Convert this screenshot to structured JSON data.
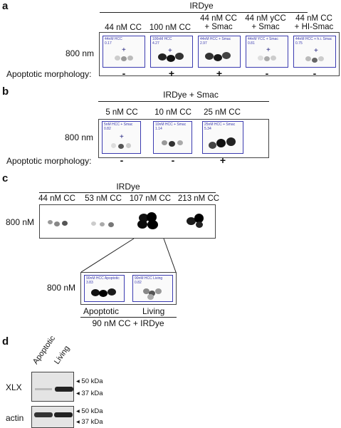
{
  "panel_a": {
    "letter": "a",
    "group_title": "IRDye",
    "columns": [
      {
        "header": "44 nM CC",
        "well_label": "44nM HCC",
        "well_value": "0.17",
        "morphology": "-"
      },
      {
        "header": "100 nM CC",
        "well_label": "100nM HCC",
        "well_value": "4.27",
        "morphology": "+"
      },
      {
        "header": "44 nM CC\n+ Smac",
        "well_label": "44nM HCC + Smac",
        "well_value": "2.97",
        "morphology": "+"
      },
      {
        "header": "44 nM yCC\n+ Smac",
        "well_label": "44nM YCC + Smac",
        "well_value": "0.81",
        "morphology": "-"
      },
      {
        "header": "44 nM CC\n+ HI-Smac",
        "well_label": "44nM HCC + h.i. Smac",
        "well_value": "0.75",
        "morphology": "-"
      }
    ],
    "row_label": "800 nm",
    "morphology_label": "Apoptotic morphology:"
  },
  "panel_b": {
    "letter": "b",
    "group_title": "IRDye + Smac",
    "columns": [
      {
        "header": "5 nM CC",
        "well_label": "5nM HCC + Smac",
        "well_value": "0.82",
        "morphology": "-"
      },
      {
        "header": "10 nM CC",
        "well_label": "10nM HCC + Smac",
        "well_value": "1.14",
        "morphology": "-"
      },
      {
        "header": "25 nM CC",
        "well_label": "25nM HCC + Smac",
        "well_value": "5.34",
        "morphology": "+"
      }
    ],
    "row_label": "800 nm",
    "morphology_label": "Apoptotic morphology:"
  },
  "panel_c": {
    "letter": "c",
    "group_title": "IRDye",
    "columns": [
      "44 nM CC",
      "53 nM CC",
      "107 nM CC",
      "213 nM CC"
    ],
    "row_label": "800 nM",
    "inset": {
      "row_label": "800 nM",
      "wells": [
        {
          "well_label": "90nM HCC Apoptotic",
          "well_value": "3.83",
          "lane": "Apoptotic"
        },
        {
          "well_label": "90nM HCC Living",
          "well_value": "0.82",
          "lane": "Living"
        }
      ],
      "caption": "90 nM CC + IRDye"
    }
  },
  "panel_d": {
    "letter": "d",
    "lanes": [
      "Apoptotic",
      "Living"
    ],
    "blots": [
      {
        "label": "XLX",
        "markers": [
          "◂ 50 kDa",
          "◂ 37 kDa"
        ]
      },
      {
        "label": "actin",
        "markers": [
          "◂ 50 kDa",
          "◂ 37 kDa"
        ]
      }
    ]
  }
}
